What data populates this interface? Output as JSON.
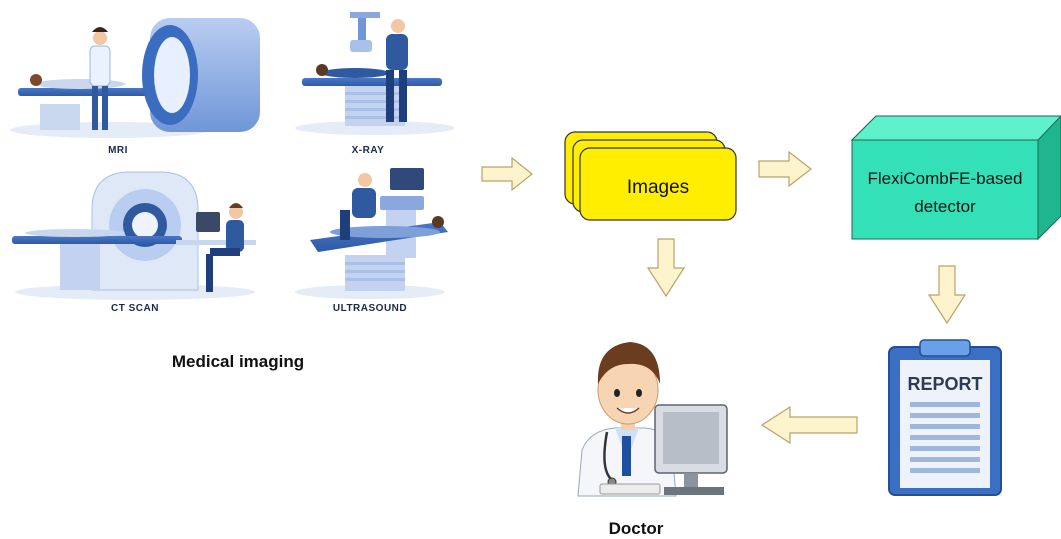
{
  "modalities": [
    {
      "label": "MRI"
    },
    {
      "label": "X-RAY"
    },
    {
      "label": "CT SCAN"
    },
    {
      "label": "ULTRASOUND"
    }
  ],
  "group_label": "Medical imaging",
  "images_box": {
    "label": "Images",
    "fill": "#ffee00"
  },
  "detector_box": {
    "label_line1": "FlexiCombFE-based",
    "label_line2": "detector",
    "fill": "#33e0b8"
  },
  "report": {
    "label": "REPORT"
  },
  "doctor": {
    "label": "Doctor"
  },
  "colors": {
    "arrow_fill": "#fdf3cc",
    "arrow_stroke": "#b9a36a",
    "equipment": "#6f96d8",
    "staff": "#2f5aa0"
  }
}
